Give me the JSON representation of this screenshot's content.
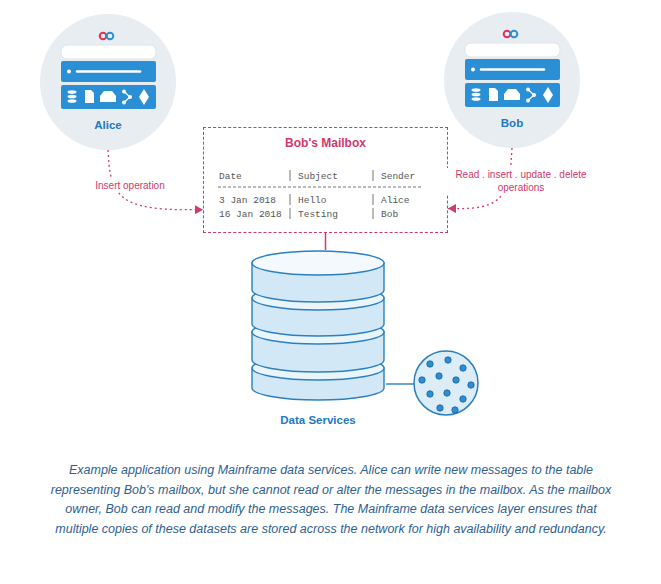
{
  "diagram": {
    "caption": "Example application using Mainframe data services. Alice can write new messages to the table representing Bob's mailbox, but she cannot read or alter the messages in the mailbox. As the mailbox owner, Bob can read and modify the messages. The Mainframe data services layer ensures that multiple copies of these datasets are stored across the network for high availability and redundancy.",
    "nodes": [
      {
        "text": [
          "Alice"
        ]
      },
      {
        "text": [
          "Bob"
        ]
      },
      {
        "text": [
          "Bob's Mailbox"
        ]
      },
      {
        "text": [
          "Data Services"
        ]
      }
    ],
    "edges": [
      {
        "from": 0,
        "to": 2,
        "arrow": "to",
        "label": "Insert operation"
      },
      {
        "from": 1,
        "to": 2,
        "arrow": "to",
        "label": "Read . insert . update . delete operations"
      },
      {
        "from": 2,
        "to": 3,
        "arrow": "none"
      }
    ],
    "labels": [
      "Date",
      "Subject",
      "Sender",
      "3 Jan 2018",
      "Hello",
      "Alice",
      "16 Jan 2018",
      "Testing",
      "Bob"
    ]
  }
}
